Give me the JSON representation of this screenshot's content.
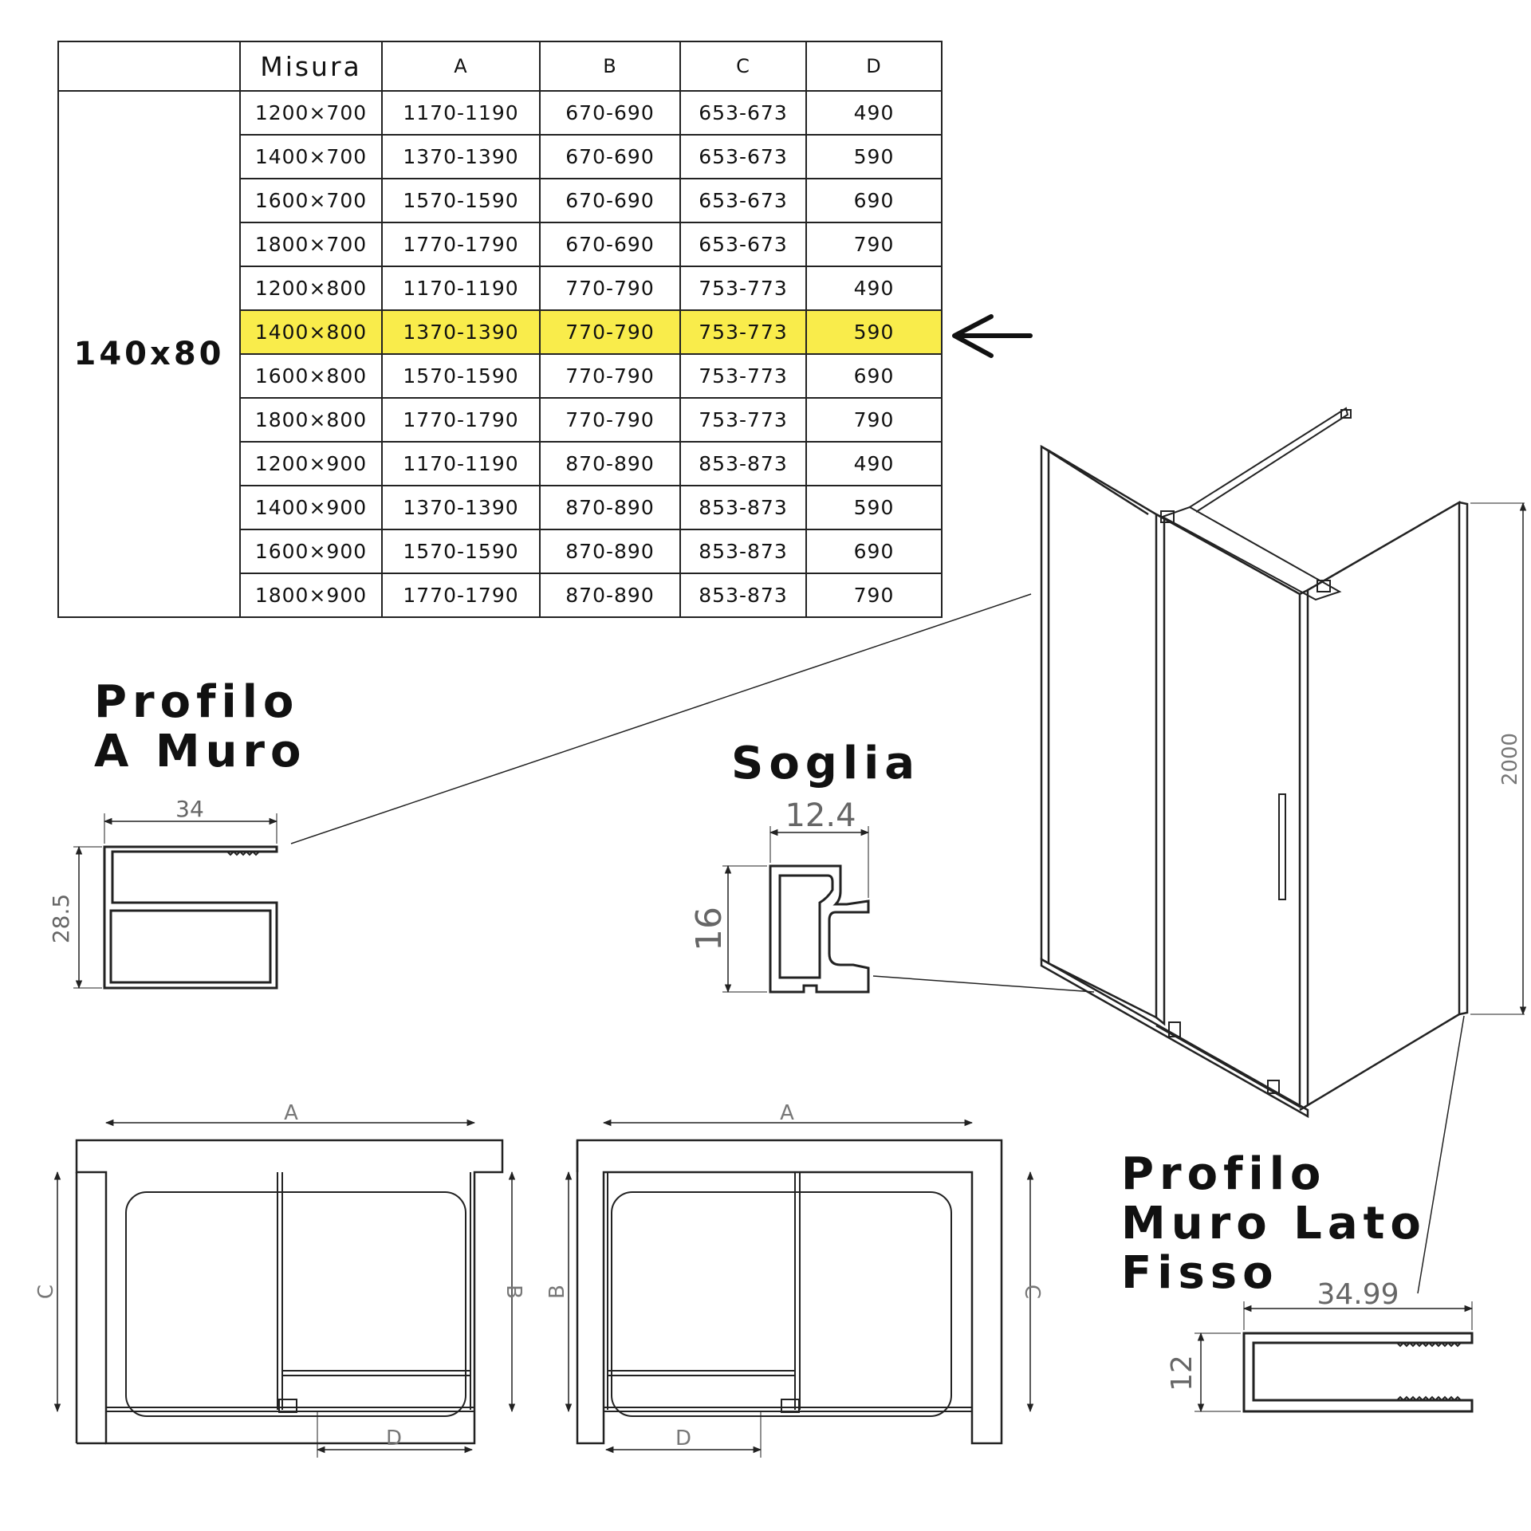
{
  "table": {
    "headers": [
      "",
      "Misura",
      "A",
      "B",
      "C",
      "D"
    ],
    "group_label": "140x80",
    "highlight_row": 5,
    "rows": [
      [
        "1200×700",
        "1170-1190",
        "670-690",
        "653-673",
        "490"
      ],
      [
        "1400×700",
        "1370-1390",
        "670-690",
        "653-673",
        "590"
      ],
      [
        "1600×700",
        "1570-1590",
        "670-690",
        "653-673",
        "690"
      ],
      [
        "1800×700",
        "1770-1790",
        "670-690",
        "653-673",
        "790"
      ],
      [
        "1200×800",
        "1170-1190",
        "770-790",
        "753-773",
        "490"
      ],
      [
        "1400×800",
        "1370-1390",
        "770-790",
        "753-773",
        "590"
      ],
      [
        "1600×800",
        "1570-1590",
        "770-790",
        "753-773",
        "690"
      ],
      [
        "1800×800",
        "1770-1790",
        "770-790",
        "753-773",
        "790"
      ],
      [
        "1200×900",
        "1170-1190",
        "870-890",
        "853-873",
        "490"
      ],
      [
        "1400×900",
        "1370-1390",
        "870-890",
        "853-873",
        "590"
      ],
      [
        "1600×900",
        "1570-1590",
        "870-890",
        "853-873",
        "690"
      ],
      [
        "1800×900",
        "1770-1790",
        "870-890",
        "853-873",
        "790"
      ]
    ]
  },
  "labels": {
    "profilo_a_muro": "Profilo\nA Muro",
    "soglia": "Soglia",
    "profilo_muro_lato_fisso": "Profilo\nMuro Lato\nFisso"
  },
  "dimensions": {
    "muro_width": "34",
    "muro_height": "28.5",
    "soglia_width": "12.4",
    "soglia_height": "16",
    "fisso_width": "34.99",
    "fisso_height": "12",
    "shower_height": "2000",
    "plan_a": "A",
    "plan_b": "B",
    "plan_c": "C",
    "plan_d": "D"
  },
  "colors": {
    "highlight": "#f9ec4b",
    "line": "#222222",
    "dimension": "#666666"
  },
  "icons": [
    "arrow-left-icon"
  ]
}
